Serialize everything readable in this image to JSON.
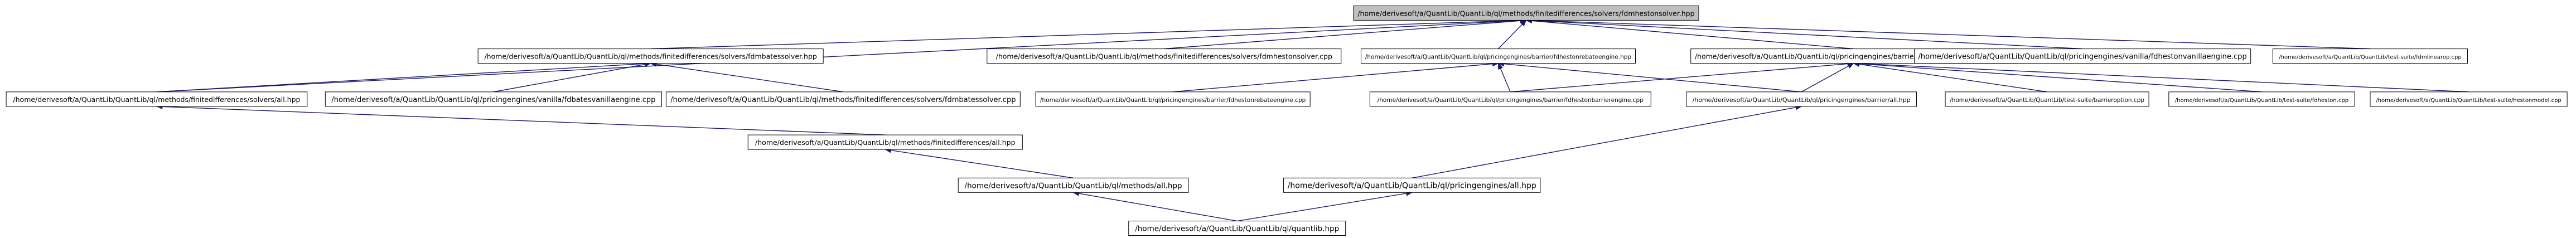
{
  "diagram": {
    "nodes": [
      {
        "id": "root",
        "label": "/home/derivesoft/a/QuantLib/QuantLib/ql/methods/finitedifferences/solvers/fdmhestonsolver.hpp",
        "root": true
      },
      {
        "id": "fdmbatessolver_hpp",
        "label": "/home/derivesoft/a/QuantLib/QuantLib/ql/methods/finitedifferences/solvers/fdmbatessolver.hpp"
      },
      {
        "id": "fdmhestonsolver_cpp",
        "label": "/home/derivesoft/a/QuantLib/QuantLib/ql/methods/finitedifferences/solvers/fdmhestonsolver.cpp"
      },
      {
        "id": "barrier_fdheston_rebate",
        "label": "/home/derivesoft/a/QuantLib/QuantLib/ql/pricingengines/barrier/fdhestonrebateengine.hpp"
      },
      {
        "id": "barrier_fdheston_barrier",
        "label": "/home/derivesoft/a/QuantLib/QuantLib/ql/pricingengines/barrier/fdhestonbarrierengine.hpp"
      },
      {
        "id": "vanilla_fdheston_cpp",
        "label": "/home/derivesoft/a/QuantLib/QuantLib/ql/pricingengines/vanilla/fdhestonvanillaengine.cpp"
      },
      {
        "id": "test_fdmlinearop",
        "label": "/home/derivesoft/a/QuantLib/QuantLib/test-suite/fdmlinearop.cpp"
      },
      {
        "id": "solvers_all",
        "label": "/home/derivesoft/a/QuantLib/QuantLib/ql/methods/finitedifferences/solvers/all.hpp"
      },
      {
        "id": "vanilla_fdbates_cpp",
        "label": "/home/derivesoft/a/QuantLib/QuantLib/ql/pricingengines/vanilla/fdbatesvanillaengine.cpp"
      },
      {
        "id": "fdmbatessolver_cpp",
        "label": "/home/derivesoft/a/QuantLib/QuantLib/ql/methods/finitedifferences/solvers/fdmbatessolver.cpp"
      },
      {
        "id": "barrier_rebate_cpp",
        "label": "/home/derivesoft/a/QuantLib/QuantLib/ql/pricingengines/barrier/fdhestonrebateengine.cpp"
      },
      {
        "id": "barrier_barrier_cpp",
        "label": "/home/derivesoft/a/QuantLib/QuantLib/ql/pricingengines/barrier/fdhestonbarrierengine.cpp"
      },
      {
        "id": "barrier_all",
        "label": "/home/derivesoft/a/QuantLib/QuantLib/ql/pricingengines/barrier/all.hpp"
      },
      {
        "id": "test_barrieroption",
        "label": "/home/derivesoft/a/QuantLib/QuantLib/test-suite/barrieroption.cpp"
      },
      {
        "id": "test_fdheston",
        "label": "/home/derivesoft/a/QuantLib/QuantLib/test-suite/fdheston.cpp"
      },
      {
        "id": "test_hestonmodel",
        "label": "/home/derivesoft/a/QuantLib/QuantLib/test-suite/hestonmodel.cpp"
      },
      {
        "id": "fd_all",
        "label": "/home/derivesoft/a/QuantLib/QuantLib/ql/methods/finitedifferences/all.hpp"
      },
      {
        "id": "methods_all",
        "label": "/home/derivesoft/a/QuantLib/QuantLib/ql/methods/all.hpp"
      },
      {
        "id": "pricingengines_all",
        "label": "/home/derivesoft/a/QuantLib/QuantLib/ql/pricingengines/all.hpp"
      },
      {
        "id": "quantlib_hpp",
        "label": "/home/derivesoft/a/QuantLib/QuantLib/ql/quantlib.hpp"
      }
    ],
    "edges": [
      [
        "fdmbatessolver_hpp",
        "root"
      ],
      [
        "fdmhestonsolver_cpp",
        "root"
      ],
      [
        "barrier_fdheston_rebate",
        "root"
      ],
      [
        "barrier_fdheston_barrier",
        "root"
      ],
      [
        "vanilla_fdheston_cpp",
        "root"
      ],
      [
        "test_fdmlinearop",
        "root"
      ],
      [
        "solvers_all",
        "root"
      ],
      [
        "solvers_all",
        "fdmbatessolver_hpp"
      ],
      [
        "vanilla_fdbates_cpp",
        "fdmbatessolver_hpp"
      ],
      [
        "fdmbatessolver_cpp",
        "fdmbatessolver_hpp"
      ],
      [
        "barrier_rebate_cpp",
        "barrier_fdheston_rebate"
      ],
      [
        "barrier_barrier_cpp",
        "barrier_fdheston_rebate"
      ],
      [
        "barrier_all",
        "barrier_fdheston_rebate"
      ],
      [
        "barrier_barrier_cpp",
        "barrier_fdheston_barrier"
      ],
      [
        "barrier_all",
        "barrier_fdheston_barrier"
      ],
      [
        "test_barrieroption",
        "barrier_fdheston_barrier"
      ],
      [
        "test_fdheston",
        "barrier_fdheston_barrier"
      ],
      [
        "test_hestonmodel",
        "barrier_fdheston_barrier"
      ],
      [
        "fd_all",
        "solvers_all"
      ],
      [
        "methods_all",
        "fd_all"
      ],
      [
        "pricingengines_all",
        "barrier_all"
      ],
      [
        "quantlib_hpp",
        "methods_all"
      ],
      [
        "quantlib_hpp",
        "pricingengines_all"
      ]
    ]
  }
}
